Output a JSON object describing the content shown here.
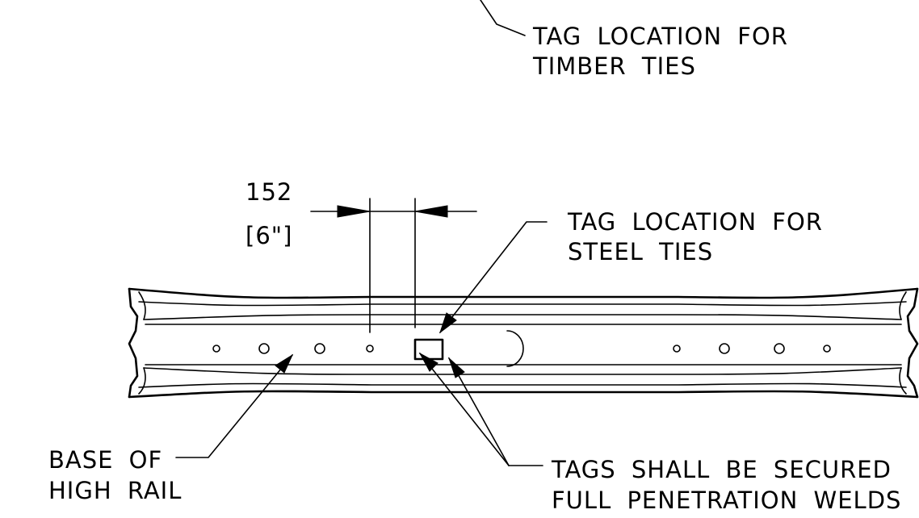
{
  "labels": {
    "timber_line1": "TAG  LOCATION  FOR",
    "timber_line2": "TIMBER  TIES",
    "steel_line1": "TAG  LOCATION  FOR",
    "steel_line2": "STEEL  TIES",
    "dim_metric": "152",
    "dim_imperial": "[6\"]",
    "base_line1": "BASE  OF",
    "base_line2": "HIGH  RAIL",
    "weld_line1": "TAGS  SHALL  BE  SECURED",
    "weld_line2": "FULL  PENETRATION  WELDS"
  },
  "colors": {
    "ink": "#000000",
    "paper": "#ffffff"
  }
}
